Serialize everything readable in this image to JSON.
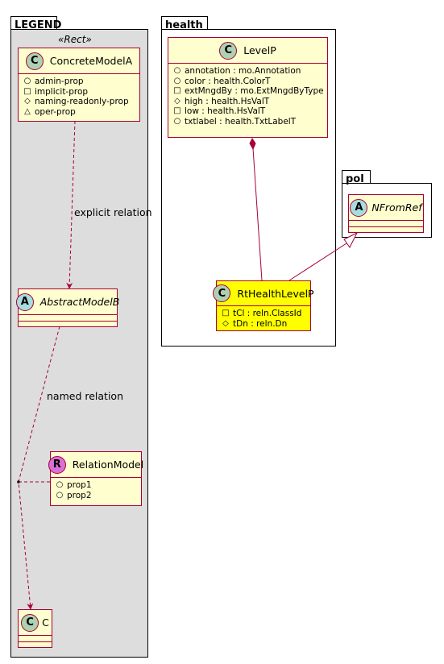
{
  "packages": {
    "legend": {
      "name": "LEGEND",
      "stereotype": "«Rect»"
    },
    "health": {
      "name": "health"
    },
    "pol": {
      "name": "pol"
    }
  },
  "classes": {
    "concrete_model_a": {
      "badge": "C",
      "badge_color": "#ADD1B2",
      "name": "ConcreteModelA",
      "attributes": [
        {
          "vis": "○",
          "text": "admin-prop"
        },
        {
          "vis": "□",
          "text": "implicit-prop"
        },
        {
          "vis": "◇",
          "text": "naming-readonly-prop"
        },
        {
          "vis": "△",
          "text": "oper-prop"
        }
      ]
    },
    "abstract_model_b": {
      "badge": "A",
      "badge_color": "#A9DCDF",
      "name": "AbstractModelB"
    },
    "relation_model": {
      "badge": "R",
      "badge_color": "#DA70D6",
      "name": "RelationModel",
      "attributes": [
        {
          "vis": "○",
          "text": "prop1"
        },
        {
          "vis": "○",
          "text": "prop2"
        }
      ]
    },
    "c": {
      "badge": "C",
      "badge_color": "#ADD1B2",
      "name": "C"
    },
    "level_p": {
      "badge": "C",
      "badge_color": "#ADD1B2",
      "name": "LevelP",
      "attributes": [
        {
          "vis": "○",
          "text": "annotation : mo.Annotation"
        },
        {
          "vis": "○",
          "text": "color : health.ColorT"
        },
        {
          "vis": "□",
          "text": "extMngdBy : mo.ExtMngdByType"
        },
        {
          "vis": "◇",
          "text": "high : health.HsValT"
        },
        {
          "vis": "□",
          "text": "low : health.HsValT"
        },
        {
          "vis": "○",
          "text": "txtlabel : health.TxtLabelT"
        }
      ]
    },
    "rt_health_level_p": {
      "badge": "C",
      "badge_color": "#ADD1B2",
      "name": "RtHealthLevelP",
      "fill": "#FFFF00",
      "attributes": [
        {
          "vis": "□",
          "text": "tCl : reln.ClassId"
        },
        {
          "vis": "◇",
          "text": "tDn : reln.Dn"
        }
      ]
    },
    "n_from_ref": {
      "badge": "A",
      "badge_color": "#A9DCDF",
      "name": "NFromRef"
    }
  },
  "relations": {
    "explicit": {
      "label": "explicit relation"
    },
    "named": {
      "label": "named relation"
    }
  },
  "colors": {
    "line": "#A80036",
    "class_fill": "#FEFECE",
    "highlight_fill": "#FFFF00",
    "legend_fill": "#DDDDDD"
  }
}
